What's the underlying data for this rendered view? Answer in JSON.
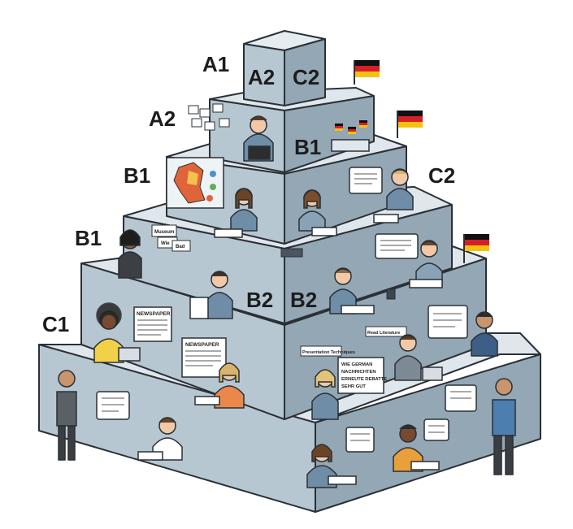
{
  "levels": {
    "top_left": "A1",
    "top_face_a": "A2",
    "top_face_c": "C2",
    "tier2_left": "A2",
    "tier2_face": "B1",
    "tier3_left": "B1",
    "tier3_right": "C2",
    "tier4_left": "B1",
    "tier5_face_left": "B2",
    "tier5_face_right": "B2",
    "tier6_left": "C1"
  },
  "cards": {
    "c1": "Museum",
    "c2": "Wie",
    "c3": "Bad"
  },
  "newspapers": {
    "n1": "NEWSPAPER",
    "n2": "NEWSPAPER"
  },
  "signs": {
    "s1": "Presentation Techniques",
    "s2": "Read Literature"
  },
  "board": {
    "line1": "WIE GERMAN",
    "line2": "NACHRICHTEN",
    "line3": "ERNEUTE DEBATTE",
    "line4": "SEHR GUT"
  },
  "colors": {
    "face_light": "#dfe7ec",
    "face_front": "#b7c7d1",
    "face_side": "#93a7b4",
    "outline": "#2a3036",
    "flag_black": "#111111",
    "flag_red": "#d71f26",
    "flag_gold": "#f4c20d"
  }
}
